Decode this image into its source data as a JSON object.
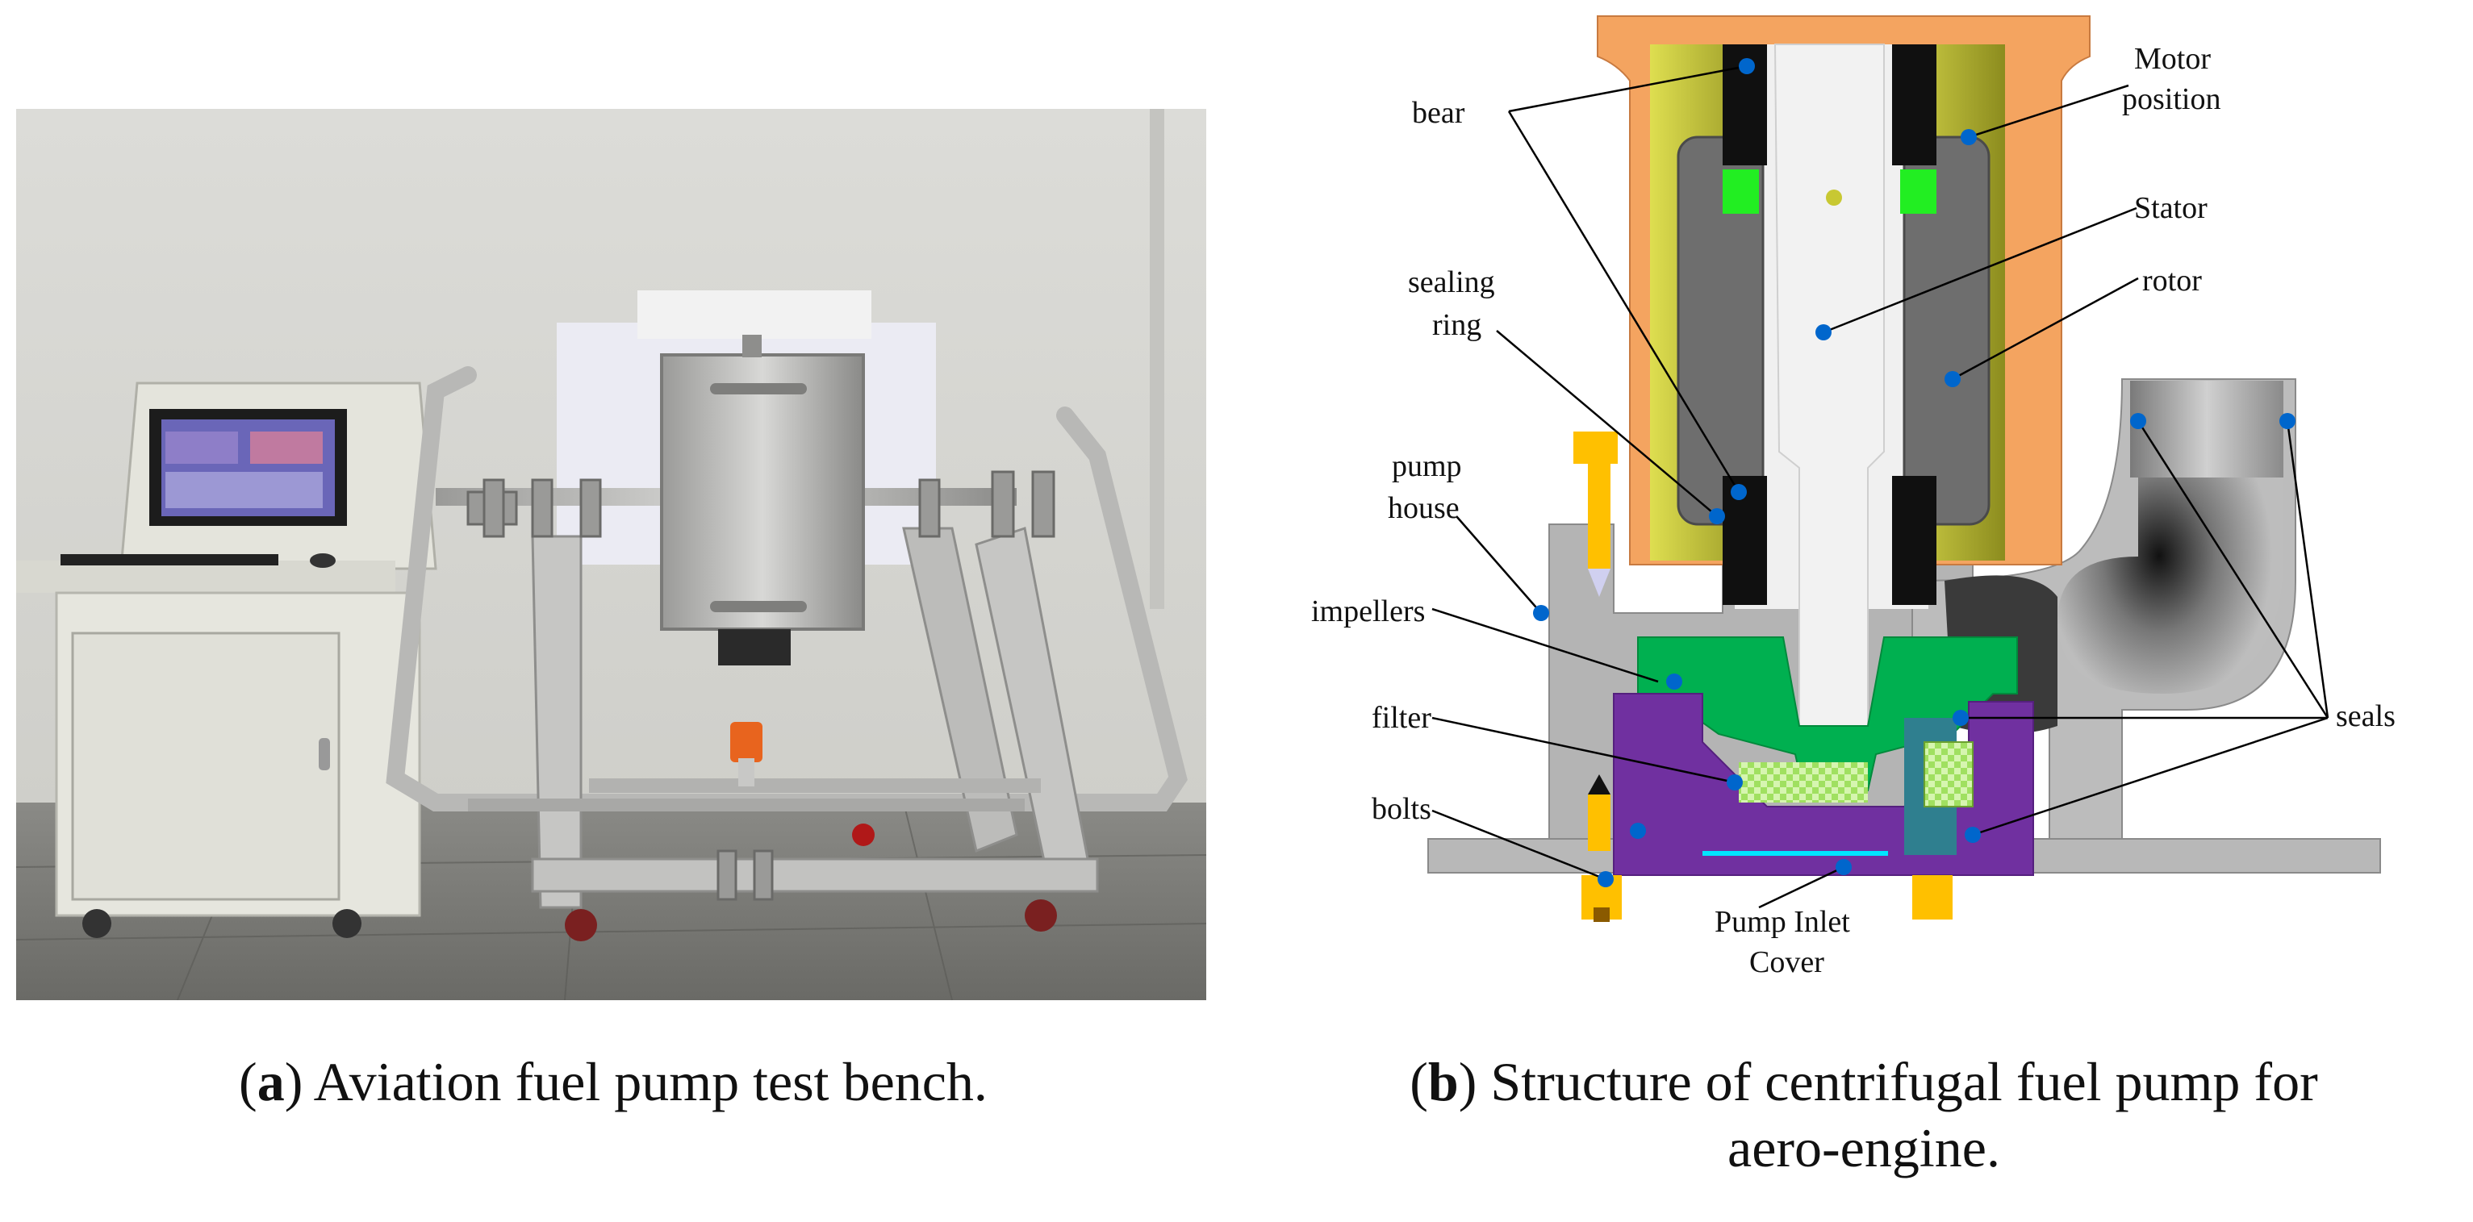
{
  "panel_a": {
    "caption_letter": "a",
    "caption_text": "Aviation fuel pump test bench."
  },
  "panel_b": {
    "caption_letter": "b",
    "caption_line1": "Structure of centrifugal fuel pump for",
    "caption_line2": "aero-engine.",
    "labels": {
      "bear": "bear",
      "motor_position_1": "Motor",
      "motor_position_2": "position",
      "stator": "Stator",
      "rotor": "rotor",
      "sealing_ring_1": "sealing",
      "sealing_ring_2": "ring",
      "pump_house_1": "pump",
      "pump_house_2": "house",
      "impellers": "impellers",
      "filter": "filter",
      "bolts": "bolts",
      "seals": "seals",
      "pump_inlet_cover_1": "Pump Inlet",
      "pump_inlet_cover_2": "Cover"
    }
  },
  "colors": {
    "motor_housing": "#f4a460",
    "stator": "#c8c832",
    "rotor": "#6e6e6e",
    "pump_house": "#b4b4b4",
    "impeller": "#00b050",
    "inlet_cover": "#7030a0",
    "bolt": "#ffc000",
    "label_dot": "#0066cc"
  }
}
